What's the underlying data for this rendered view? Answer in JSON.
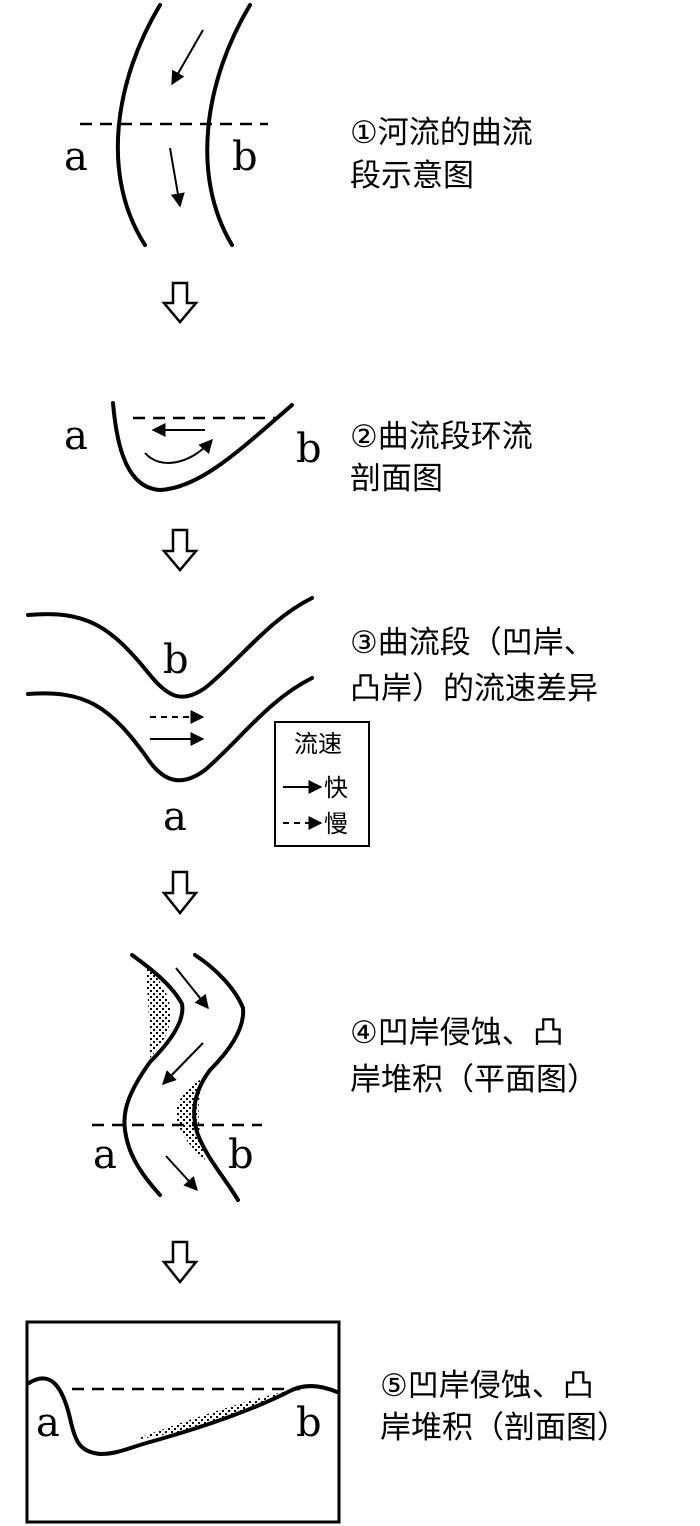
{
  "step1": {
    "label_a": "a",
    "label_b": "b",
    "caption_line1": "①河流的曲流",
    "caption_line2": "段示意图"
  },
  "step2": {
    "label_a": "a",
    "label_b": "b",
    "caption_line1": "②曲流段环流",
    "caption_line2": "剖面图"
  },
  "step3": {
    "label_a": "a",
    "label_b": "b",
    "caption_line1": "③曲流段（凹岸、",
    "caption_line2": "凸岸）的流速差异",
    "legend": {
      "title": "流速",
      "fast": "快",
      "slow": "慢"
    }
  },
  "step4": {
    "label_a": "a",
    "label_b": "b",
    "caption_line1": "④凹岸侵蚀、凸",
    "caption_line2": "岸堆积（平面图）"
  },
  "step5": {
    "label_a": "a",
    "label_b": "b",
    "caption_line1": "⑤凹岸侵蚀、凸",
    "caption_line2": "岸堆积（剖面图）"
  },
  "colors": {
    "ink": "#000000",
    "background": "#ffffff"
  }
}
